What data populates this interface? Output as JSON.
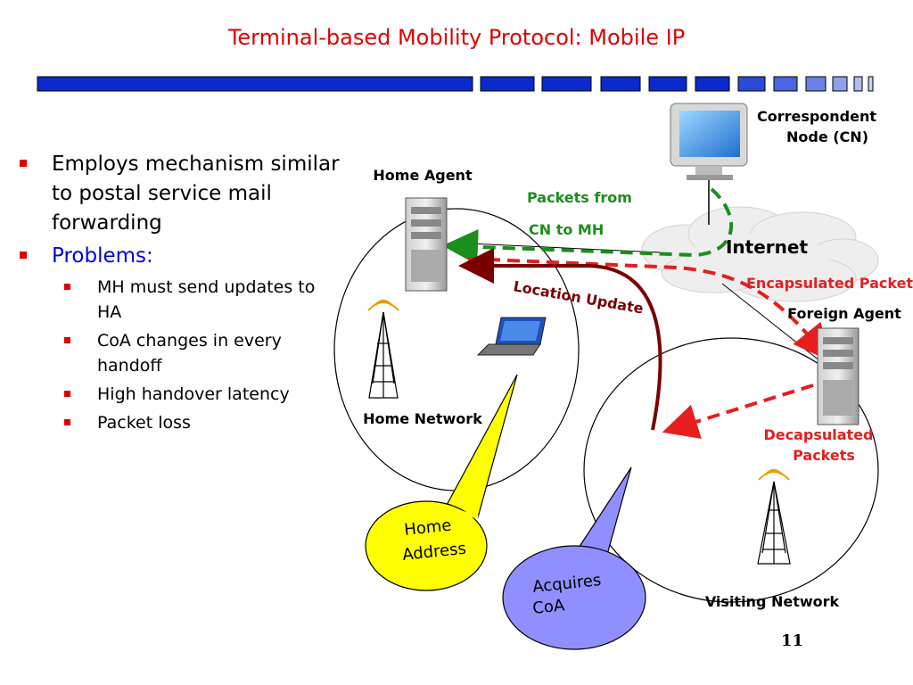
{
  "slide": {
    "title": "Terminal-based Mobility Protocol: Mobile IP",
    "page_number": "11"
  },
  "bullets": {
    "item1": "Employs mechanism similar to  postal service mail forwarding",
    "item2": "Problems:",
    "sub": [
      "MH must send updates to HA",
      "CoA changes in every handoff",
      "High handover latency",
      "Packet loss"
    ]
  },
  "diagram": {
    "correspondent_node_line1": "Correspondent",
    "correspondent_node_line2": "Node (CN)",
    "home_agent": "Home Agent",
    "packets_from_line1": "Packets from",
    "packets_from_line2": "CN to MH",
    "internet": "Internet",
    "encapsulated_packet": "Encapsulated Packet",
    "location_update": "Location Update",
    "foreign_agent": "Foreign Agent",
    "home_network": "Home Network",
    "decapsulated_line1": "Decapsulated",
    "decapsulated_line2": "Packets",
    "home_address_line1": "Home",
    "home_address_line2": "Address",
    "acquires_line1": "Acquires",
    "acquires_line2": "CoA",
    "visiting_network": "Visiting Network"
  },
  "colors": {
    "title": "#e00000",
    "bullet_square": "#e00000",
    "problems": "#0000e0",
    "green_path": "#1a8f1a",
    "red_path": "#e61e1e",
    "location_update": "#7a0000",
    "home_callout": "#ffff00",
    "coa_callout": "#8f8fff"
  },
  "icons": [
    "server-icon",
    "laptop-icon",
    "monitor-icon",
    "antenna-tower-icon",
    "cloud-icon"
  ]
}
